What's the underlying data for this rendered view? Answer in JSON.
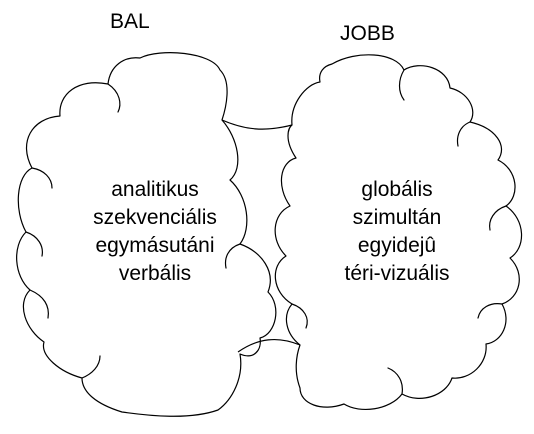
{
  "left": {
    "heading": "BAL",
    "lines": [
      "analitikus",
      "szekvenciális",
      "egymásutáni",
      "verbális"
    ]
  },
  "right": {
    "heading": "JOBB",
    "lines": [
      "globális",
      "szimultán",
      "egyidejû",
      "téri-vizuális"
    ]
  }
}
